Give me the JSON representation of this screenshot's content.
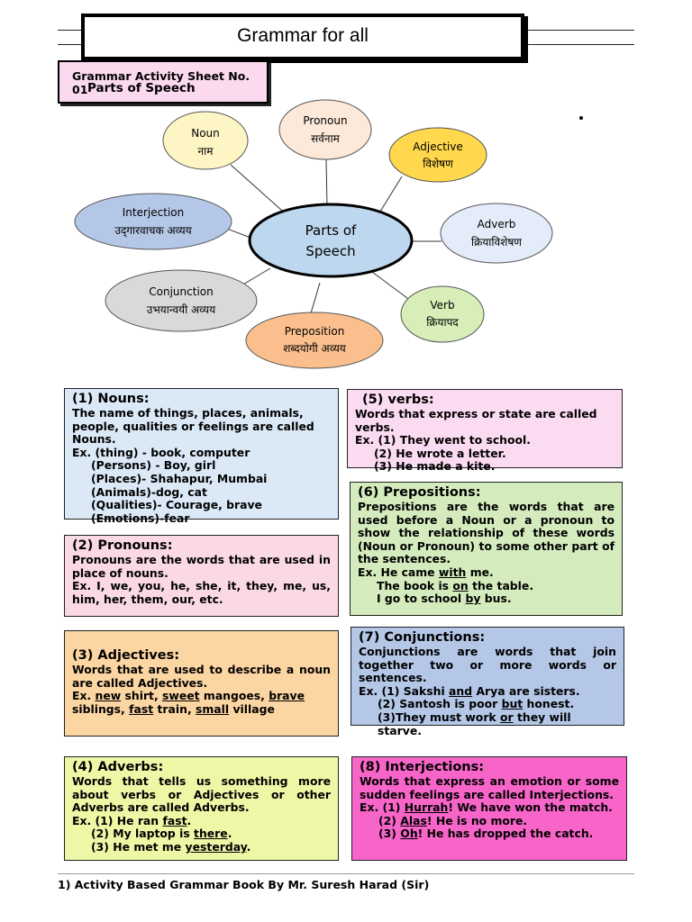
{
  "header": {
    "title": "Grammar for all"
  },
  "sheet": {
    "line1": "Grammar Activity Sheet No. 01",
    "line2": "Parts of Speech"
  },
  "diagram": {
    "center": {
      "line1": "Parts of",
      "line2": "Speech"
    },
    "nodes": [
      {
        "id": "noun",
        "en": "Noun",
        "hi": "नाम",
        "color": "#fdf5c4"
      },
      {
        "id": "pronoun",
        "en": "Pronoun",
        "hi": "सर्वनाम",
        "color": "#fde9d9"
      },
      {
        "id": "adjective",
        "en": "Adjective",
        "hi": "विशेषण",
        "color": "#ffd84d"
      },
      {
        "id": "adverb",
        "en": "Adverb",
        "hi": "क्रियाविशेषण",
        "color": "#e3ecf8"
      },
      {
        "id": "verb",
        "en": "Verb",
        "hi": "क्रियापद",
        "color": "#d7eeb8"
      },
      {
        "id": "preposition",
        "en": "Preposition",
        "hi": "शब्दयोगी अव्यय",
        "color": "#fbbf8e"
      },
      {
        "id": "conjunction",
        "en": "Conjunction",
        "hi": "उभयान्वयी अव्यय",
        "color": "#d9d9d9"
      },
      {
        "id": "interjection",
        "en": "Interjection",
        "hi": "उद्‌गारवाचक अव्यय",
        "color": "#b4c7e7"
      }
    ]
  },
  "cards": {
    "nouns": {
      "heading": "(1) Nouns:",
      "def": "The name of things, places, animals, people, qualities or feelings are called Nouns.",
      "ex": "Ex. (thing) - book, computer",
      "items": [
        "(Persons) - Boy, girl",
        "(Places)- Shahapur, Mumbai",
        "(Animals)-dog, cat",
        "(Qualities)- Courage, brave",
        "(Emotions)-fear"
      ]
    },
    "pronouns": {
      "heading": "(2) Pronouns:",
      "def": "Pronouns are the words that are used in place of nouns.",
      "ex": "Ex. I, we, you, he, she, it, they, me, us, him, her, them, our, etc."
    },
    "adjectives": {
      "heading": "(3) Adjectives:",
      "def": "Words that are used to describe a noun are called Adjectives.",
      "ex_prefix": "Ex.",
      "w1": "new",
      "t1": "shirt,",
      "w2": "sweet",
      "t2": "mangoes,",
      "w3": "brave",
      "t3": "siblings,",
      "w4": "fast",
      "t4": "train,",
      "w5": "small",
      "t5": "village"
    },
    "adverbs": {
      "heading": "(4) Adverbs:",
      "def": "Words that tells us something more about verbs or Adjectives or other Adverbs are called Adverbs.",
      "e1_pre": "Ex. (1) He ran",
      "e1_u": "fast",
      "e1_post": ".",
      "e2_pre": "(2) My laptop is",
      "e2_u": "there",
      "e2_post": ".",
      "e3_pre": "(3) He met me",
      "e3_u": "yesterday",
      "e3_post": "."
    },
    "verbs": {
      "heading": "(5) verbs:",
      "def": "Words that express or state are called verbs.",
      "e1": "Ex. (1) They went to school.",
      "e2": "(2) He wrote a letter.",
      "e3": "(3) He made a kite."
    },
    "prepositions": {
      "heading": "(6) Prepositions:",
      "def": "Prepositions are the words that are used before a Noun or a pronoun to show the relationship of these words (Noun or Pronoun) to some other part of the sentences.",
      "e1_pre": "Ex. He came",
      "e1_u": "with",
      "e1_post": "me.",
      "e2_pre": "The book is",
      "e2_u": "on",
      "e2_post": "the table.",
      "e3_pre": "I go to school",
      "e3_u": "by",
      "e3_post": "bus."
    },
    "conjunctions": {
      "heading": "(7) Conjunctions:",
      "def": "Conjunctions are words that join together two or more words or sentences.",
      "e1_pre": "Ex. (1) Sakshi",
      "e1_u": "and",
      "e1_post": "Arya are sisters.",
      "e2_pre": "(2) Santosh is poor",
      "e2_u": "but",
      "e2_post": "honest.",
      "e3_pre": "(3)They must work",
      "e3_u": "or",
      "e3_post": "they will starve."
    },
    "interjections": {
      "heading": "(8) Interjections:",
      "def": "Words that express an emotion or some sudden feelings are called Interjections.",
      "e1_pre": "Ex. (1)",
      "e1_u": "Hurrah",
      "e1_post": "! We have won the match.",
      "e2_pre": "(2)",
      "e2_u": "Alas",
      "e2_post": "! He is no more.",
      "e3_pre": "(3)",
      "e3_u": "Oh",
      "e3_post": "! He has dropped the catch."
    }
  },
  "footer": {
    "text": "1) Activity Based Grammar Book By Mr. Suresh Harad (Sir)"
  }
}
